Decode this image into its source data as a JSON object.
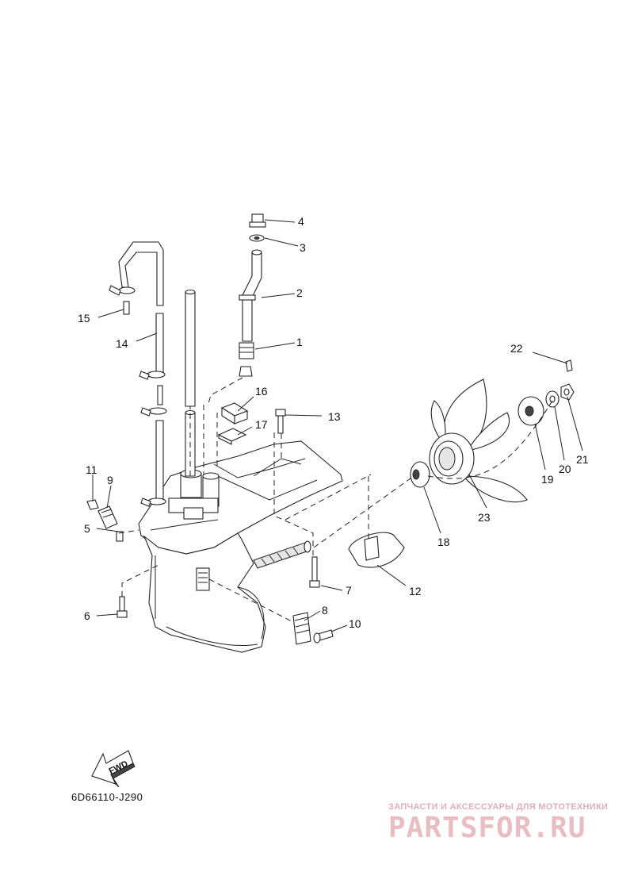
{
  "diagram": {
    "part_code": "6D66110-J290",
    "fwd_label": "FWD",
    "callouts": [
      "1",
      "2",
      "3",
      "4",
      "5",
      "6",
      "7",
      "8",
      "9",
      "10",
      "11",
      "12",
      "13",
      "14",
      "15",
      "16",
      "17",
      "18",
      "19",
      "20",
      "21",
      "22",
      "23"
    ]
  },
  "watermark": {
    "tagline": "ЗАПЧАСТИ И АКСЕССУАРЫ ДЛЯ МОТОТЕХНИКИ",
    "brand": "PARTSFOR.RU"
  },
  "colors": {
    "line": "#222222",
    "watermark": "#e7b7bc"
  }
}
